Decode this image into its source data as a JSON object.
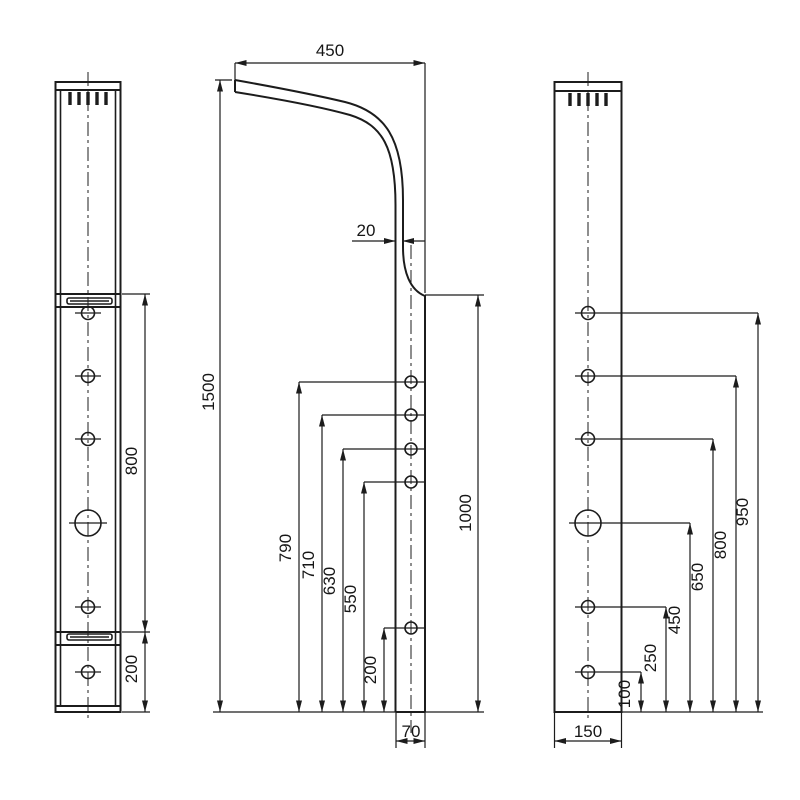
{
  "drawing": {
    "background": "#ffffff",
    "line_color": "#1c1c1c",
    "type": "technical-drawing-pole-three-views",
    "views": {
      "left_side_view": {
        "dimensions": {
          "bracket_height_800": "800",
          "base_height_200": "200"
        }
      },
      "front_view": {
        "dimensions": {
          "arm_reach_450": "450",
          "wall_thickness_20": "20",
          "total_height_1500": "1500",
          "hole_height_790": "790",
          "hole_height_710": "710",
          "hole_height_630": "630",
          "hole_height_550": "550",
          "hole_height_200": "200",
          "shaft_height_1000": "1000",
          "base_width_70": "70"
        }
      },
      "right_side_view": {
        "dimensions": {
          "hole_height_950": "950",
          "hole_height_800": "800",
          "hole_height_650": "650",
          "hole_height_450": "450",
          "hole_height_250": "250",
          "hole_height_100": "100",
          "base_width_150": "150"
        }
      }
    }
  }
}
